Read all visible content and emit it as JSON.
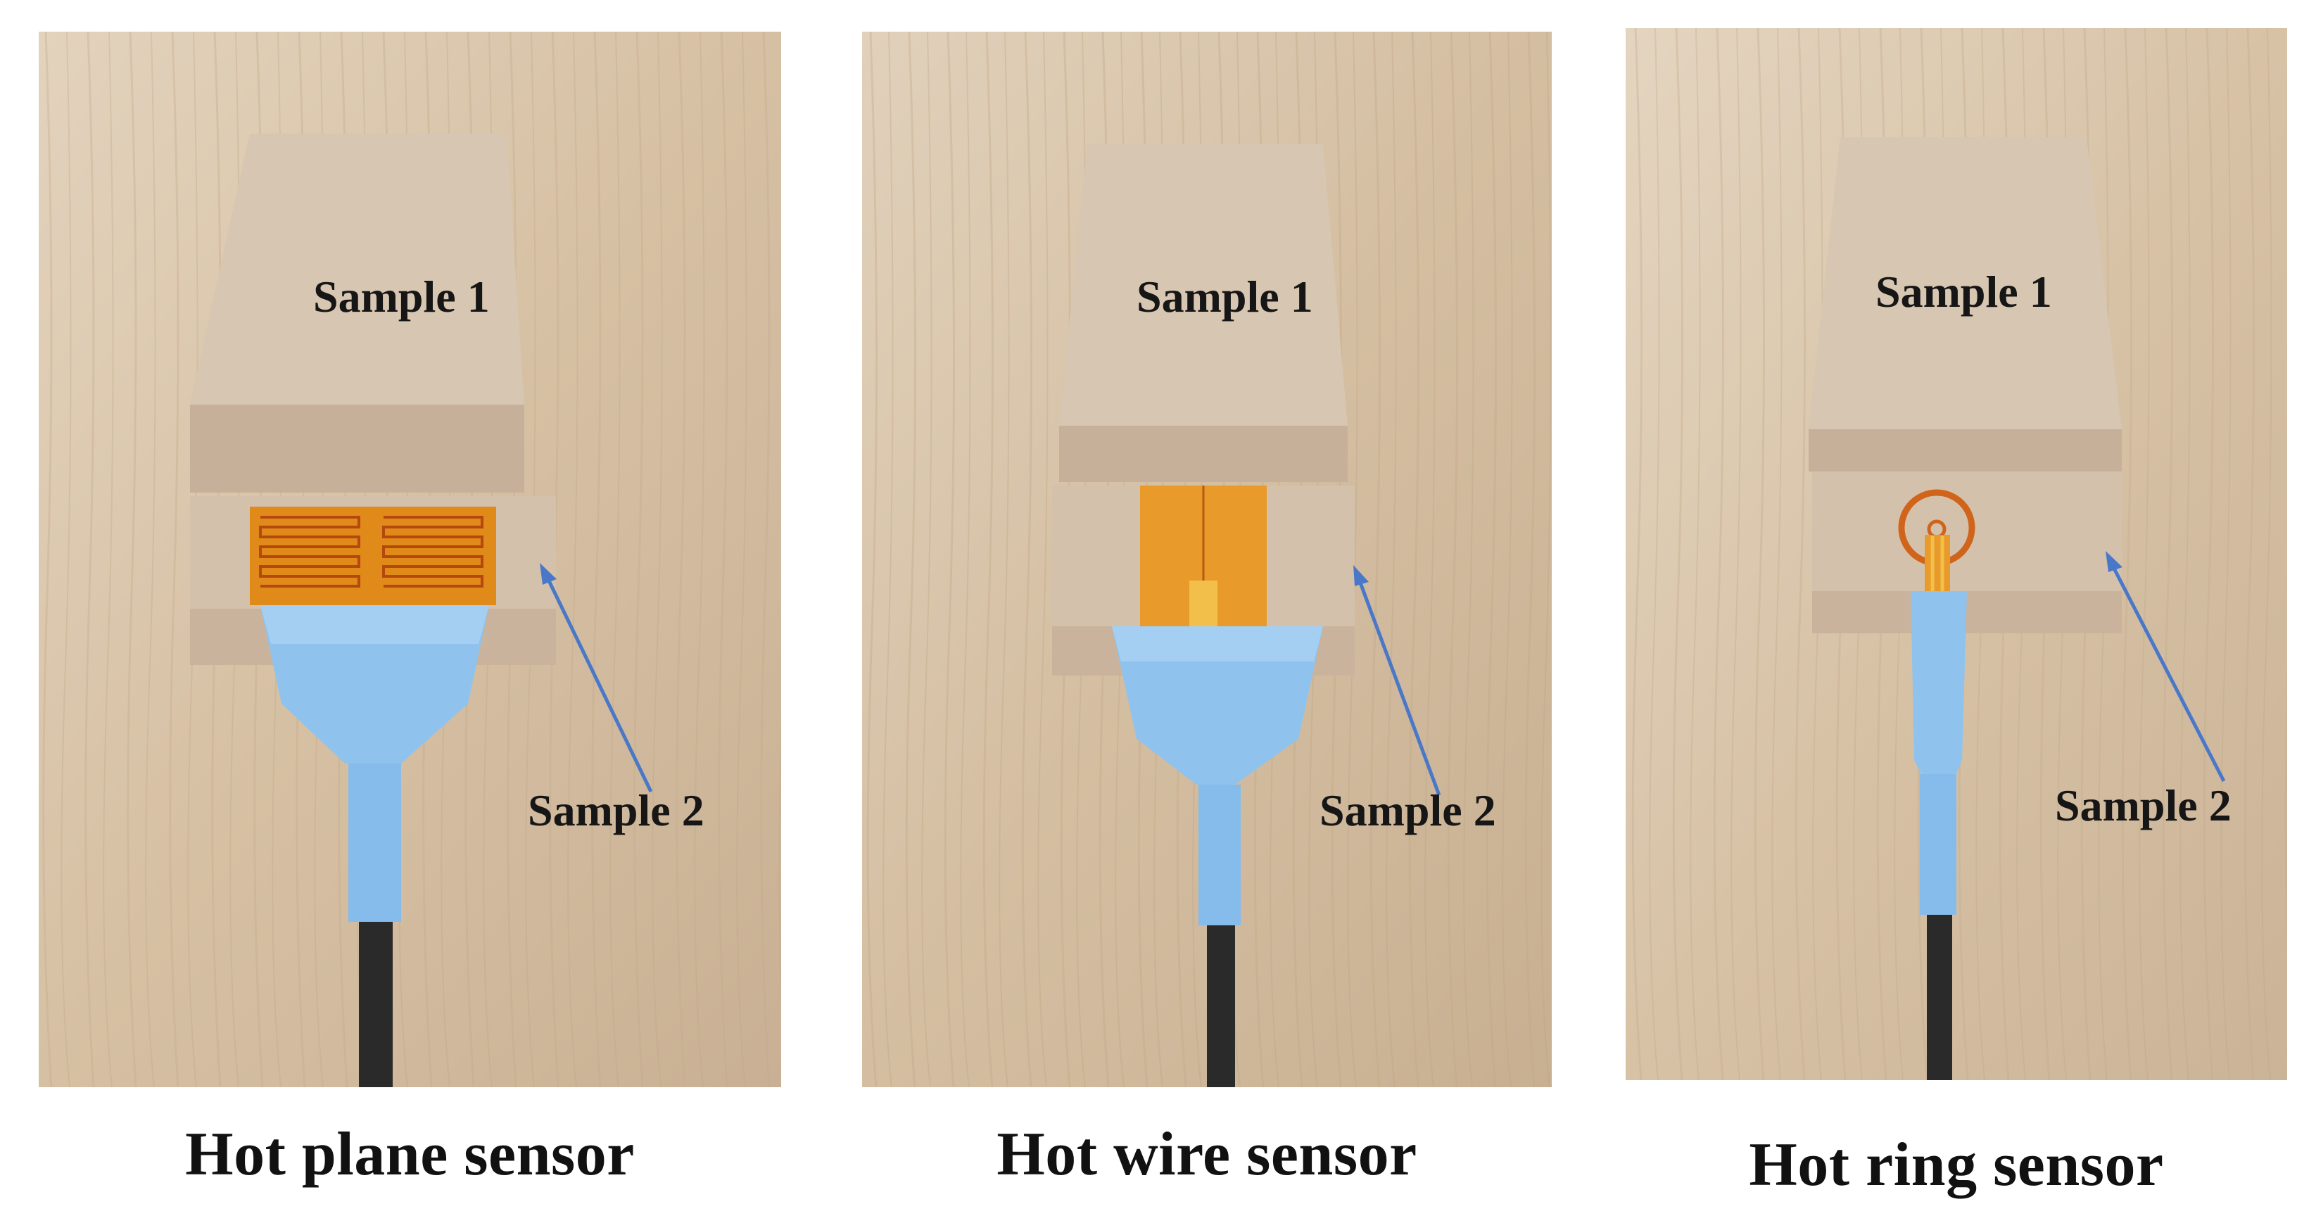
{
  "panels": [
    {
      "caption": "Hot plane sensor",
      "top_label": "Sample 1",
      "bottom_label": "Sample 2",
      "sensor": "hot-plane-sensor-foil"
    },
    {
      "caption": "Hot wire sensor",
      "top_label": "Sample 1",
      "bottom_label": "Sample 2",
      "sensor": "hot-wire-sensor-foil"
    },
    {
      "caption": "Hot ring sensor",
      "top_label": "Sample 1",
      "bottom_label": "Sample 2",
      "sensor": "hot-ring-sensor-foil"
    }
  ],
  "colors": {
    "wood": "#d8c3a8",
    "block": "#d4c1ab",
    "sensor_holder": "#8fc3ee",
    "kapton": "#e08a1a",
    "arrow": "#4a78c8",
    "cable": "#2a2a2a"
  }
}
